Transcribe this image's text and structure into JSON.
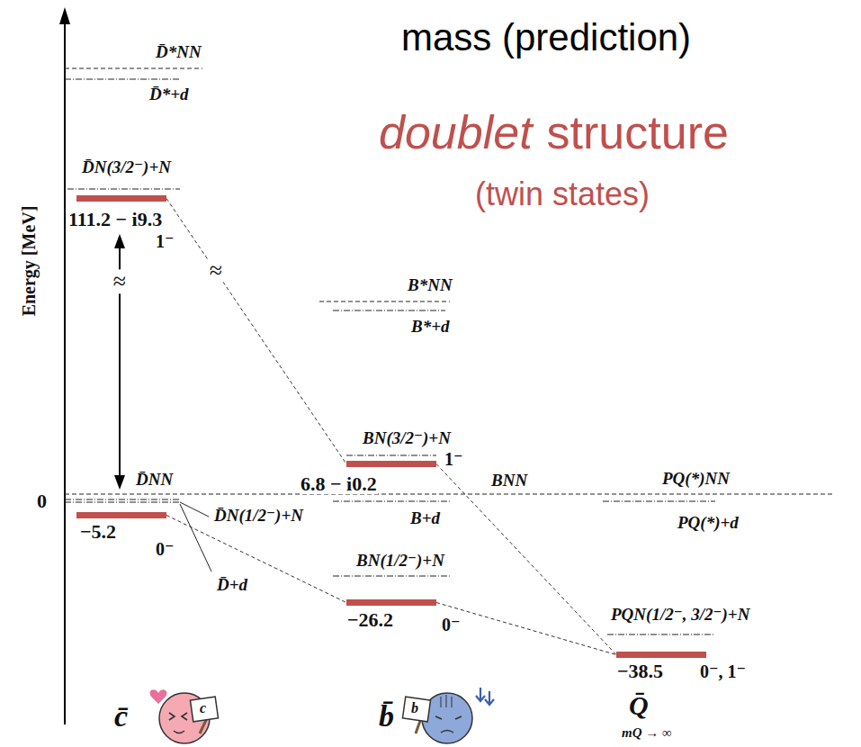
{
  "diagram": {
    "title": "mass (prediction)",
    "nodes": [
      {
        "text": [
          "111.2 − i9.3",
          "1⁻"
        ]
      },
      {
        "text": [
          "−5.2",
          "0⁻"
        ]
      },
      {
        "text": [
          "6.8 − i0.2",
          "1⁻"
        ]
      },
      {
        "text": [
          "−26.2",
          "0⁻"
        ]
      },
      {
        "text": [
          "−38.5",
          "0⁻, 1⁻"
        ]
      }
    ],
    "edges": [
      {
        "from": 0,
        "to": 2,
        "arrow": "none"
      },
      {
        "from": 2,
        "to": 4,
        "arrow": "none"
      },
      {
        "from": 1,
        "to": 3,
        "arrow": "none"
      },
      {
        "from": 3,
        "to": 4,
        "arrow": "none"
      }
    ],
    "labels": [
      "doublet",
      "structure",
      "(twin states)",
      "Energy [MeV]",
      "0",
      "D̄*NN",
      "D̄*+d",
      "D̄N(3/2⁻)+N",
      "≈",
      "≈",
      "D̄NN",
      "D̄N(1/2⁻)+N",
      "D̄+d",
      "B*NN",
      "B*+d",
      "BN(3/2⁻)+N",
      "BNN",
      "B+d",
      "BN(1/2⁻)+N",
      "PQ(*)NN",
      "PQ(*)+d",
      "PQN(1/2⁻, 3/2⁻)+N",
      "c̄",
      "b̄",
      "Q̄",
      "mQ → ∞",
      "c",
      "b"
    ]
  }
}
